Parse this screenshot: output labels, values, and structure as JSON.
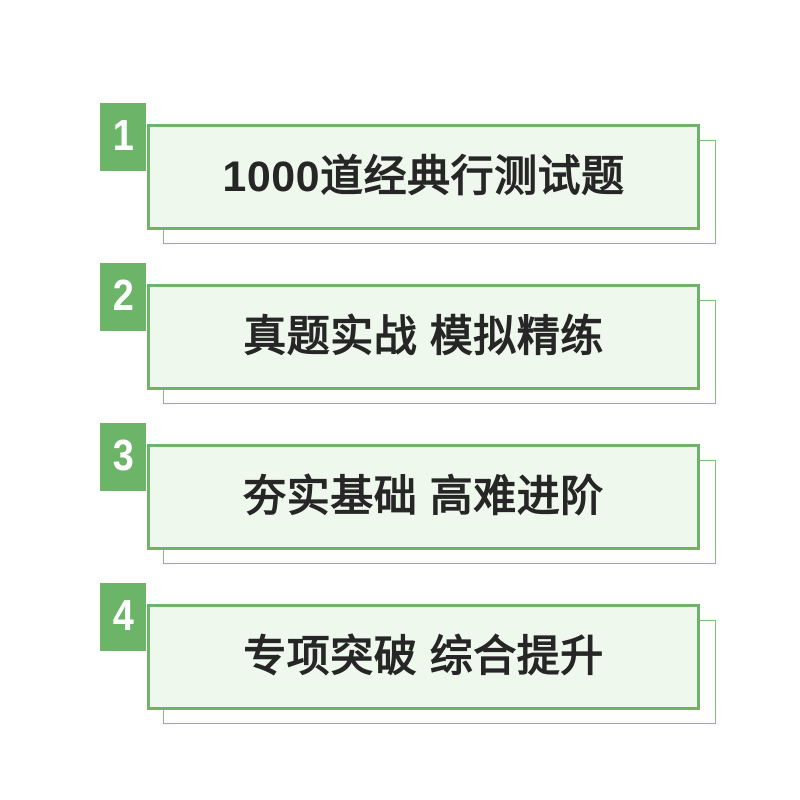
{
  "page": {
    "background_color": "#ffffff",
    "accent_color": "#6cb568",
    "card_fill_color": "#eff8ec",
    "card_border_color": "#6cb568",
    "back_card_border_color": "#7cbd77",
    "text_color": "#262626",
    "badge_text_color": "#ffffff"
  },
  "features": [
    {
      "number": "1",
      "text": "1000道经典行测试题"
    },
    {
      "number": "2",
      "text": "真题实战 模拟精练"
    },
    {
      "number": "3",
      "text": "夯实基础 高难进阶"
    },
    {
      "number": "4",
      "text": "专项突破 综合提升"
    }
  ]
}
